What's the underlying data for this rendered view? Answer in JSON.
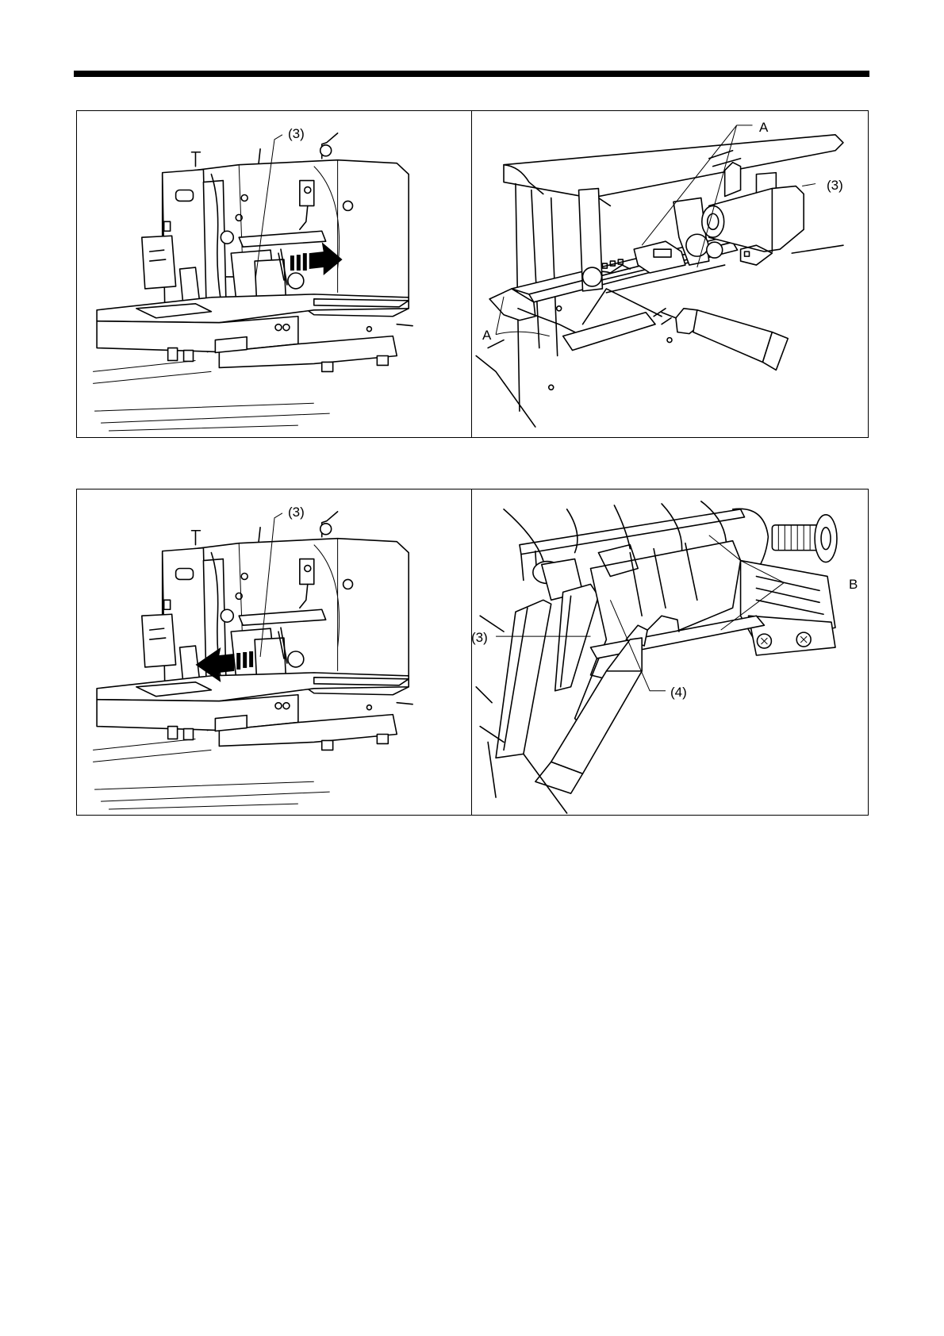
{
  "figures": [
    {
      "id": "fig1",
      "callouts": [
        "(3)"
      ]
    },
    {
      "id": "fig2",
      "callouts": [
        "A",
        "(3)",
        "A"
      ]
    },
    {
      "id": "fig3",
      "callouts": [
        "(3)"
      ]
    },
    {
      "id": "fig4",
      "callouts": [
        "(3)",
        "B",
        "(4)"
      ]
    }
  ],
  "icons": [
    "arrow-right-icon",
    "arrow-left-icon",
    "grease-tube-icon"
  ]
}
